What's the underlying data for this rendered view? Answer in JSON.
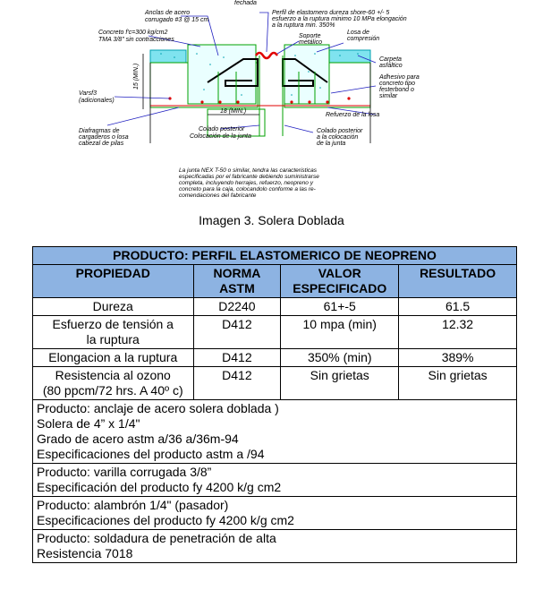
{
  "drawing": {
    "labels": {
      "top_fechada": "fechada",
      "anclas_1": "Anclas de acero",
      "anclas_2": "corrugado #3 @ 15 cm",
      "perfil_1": "Perfil de elastomero dureza shore-60 +/- 5",
      "perfil_2": "esfuerzo a la ruptura minimo 10 MPa elongación",
      "perfil_3": "a la ruptura min. 350%",
      "concreto_1": "Concreto f'c=300 kg/cm2",
      "concreto_2": "TMA 3/8\" sin contracciones",
      "soporte_1": "Soporte",
      "soporte_2": "metálico",
      "losa_1": "Losa de",
      "losa_2": "compresión",
      "carpeta_1": "Carpeta",
      "carpeta_2": "asfáltico",
      "adhesivo_1": "Adhesivo para",
      "adhesivo_2": "concreto tipo",
      "adhesivo_3": "festerbond o",
      "adhesivo_4": "similar",
      "dim_15": "15 (MIN.)",
      "varsf_1": "Varsf3",
      "varsf_2": "(adicionales)",
      "dim_18": "18 (MIN.)",
      "refuerzo": "Refuerzo de la losa",
      "diafragmas_1": "Diafragmas de",
      "diafragmas_2": "cargaderos o losa",
      "diafragmas_3": "cabezal de pilas",
      "colado_izq_1": "Colado posterior",
      "colado_izq_2": "Colocación de la junta",
      "colado_der_1": "Colado posterior",
      "colado_der_2": "a la colocación",
      "colado_der_3": "de la junta",
      "nota_1": "La junta NEX T-50 o similar, tendra las caracteristicas",
      "nota_2": "especificadas por el fabricante debiendo suministrarse",
      "nota_3": "completa, incluyendo herrajes, refuerzo, neopreno y",
      "nota_4": "concreto para la caja, colocandolo conforme a las re-",
      "nota_5": "comendaciones del fabricante"
    }
  },
  "caption": "Imagen 3. Solera Doblada",
  "table": {
    "title": "PRODUCTO: PERFIL ELASTOMERICO DE NEOPRENO",
    "headers": {
      "propiedad": "PROPIEDAD",
      "norma_1": "NORMA",
      "norma_2": "ASTM",
      "valor_1": "VALOR",
      "valor_2": "ESPECIFICADO",
      "resultado": "RESULTADO"
    },
    "rows": [
      {
        "propiedad_1": "Dureza",
        "propiedad_2": "",
        "norma": "D2240",
        "valor": "61+-5",
        "resultado": "61.5"
      },
      {
        "propiedad_1": "Esfuerzo de tensión a",
        "propiedad_2": "la ruptura",
        "norma": "D412",
        "valor": "10 mpa (min)",
        "resultado": "12.32"
      },
      {
        "propiedad_1": "Elongacion a la ruptura",
        "propiedad_2": "",
        "norma": "D412",
        "valor": "350% (min)",
        "resultado": "389%"
      },
      {
        "propiedad_1": "Resistencia al ozono",
        "propiedad_2": "(80 ppcm/72 hrs. A 40º c)",
        "norma": "D412",
        "valor": "Sin grietas",
        "resultado": "Sin grietas"
      }
    ],
    "products": [
      [
        "Producto: anclaje de acero solera doblada )",
        "Solera de 4” x 1/4\"",
        "Grado de acero astm a/36 a/36m-94",
        "Especificaciones del producto astm a /94"
      ],
      [
        "Producto: varilla corrugada 3/8”",
        "Especificación del producto fy 4200 k/g cm2"
      ],
      [
        "Producto: alambrón 1/4\" (pasador)",
        "Especificaciones del producto fy 4200 k/g cm2"
      ],
      [
        "Producto: soldadura de penetración de alta",
        "Resistencia 7018"
      ]
    ]
  }
}
